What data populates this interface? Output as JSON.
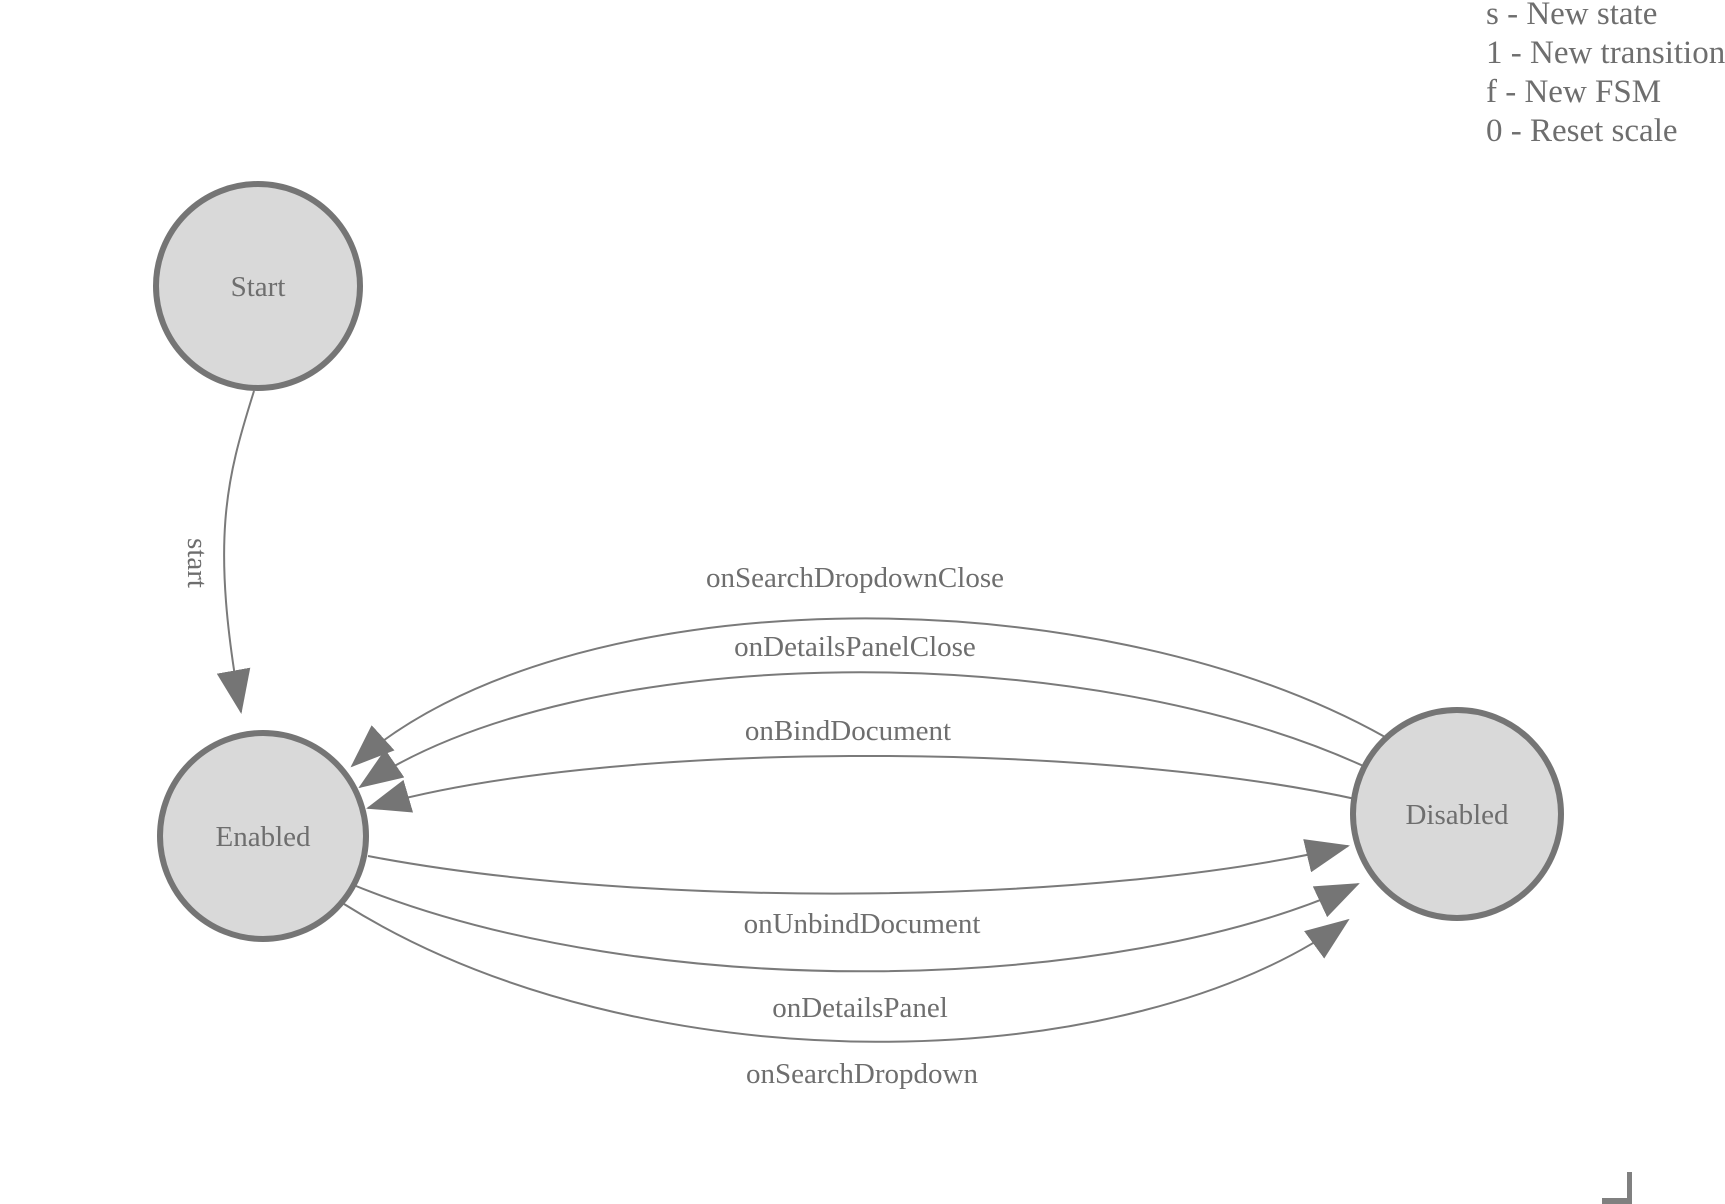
{
  "diagram": {
    "nodes": [
      {
        "id": "start",
        "label": "Start"
      },
      {
        "id": "enabled",
        "label": "Enabled"
      },
      {
        "id": "disabled",
        "label": "Disabled"
      }
    ],
    "edges": [
      {
        "from": "start",
        "to": "enabled",
        "label": "start"
      },
      {
        "from": "disabled",
        "to": "enabled",
        "label": "onSearchDropdownClose"
      },
      {
        "from": "disabled",
        "to": "enabled",
        "label": "onDetailsPanelClose"
      },
      {
        "from": "disabled",
        "to": "enabled",
        "label": "onBindDocument"
      },
      {
        "from": "enabled",
        "to": "disabled",
        "label": "onUnbindDocument"
      },
      {
        "from": "enabled",
        "to": "disabled",
        "label": "onDetailsPanel"
      },
      {
        "from": "enabled",
        "to": "disabled",
        "label": "onSearchDropdown"
      }
    ],
    "colors": {
      "node_fill": "#d9d9d9",
      "node_stroke": "#757575",
      "edge_line": "#7a7a7a",
      "arrowhead": "#757575",
      "text": "#6e6e6e"
    }
  },
  "legend": {
    "lines": [
      "s - New state",
      "1 - New transition",
      "f - New FSM",
      "0 - Reset scale"
    ]
  }
}
